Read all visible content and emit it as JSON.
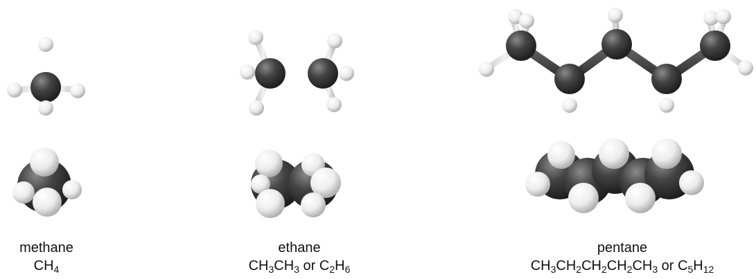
{
  "colors": {
    "carbon": "#3b3b3b",
    "carbon_light": "#7a7a7a",
    "hydrogen": "#f4f4f4",
    "hydrogen_shadow": "#b8b8b8",
    "bond": "#4a4a4a",
    "text": "#111111"
  },
  "molecules": {
    "methane": {
      "name": "methane",
      "formula": [
        {
          "text": "CH"
        },
        {
          "text": "4",
          "sub": true
        }
      ]
    },
    "ethane": {
      "name": "ethane",
      "formula": [
        {
          "text": "CH"
        },
        {
          "text": "3",
          "sub": true
        },
        {
          "text": "CH"
        },
        {
          "text": "3",
          "sub": true
        },
        {
          "text": " or C"
        },
        {
          "text": "2",
          "sub": true
        },
        {
          "text": "H"
        },
        {
          "text": "6",
          "sub": true
        }
      ]
    },
    "pentane": {
      "name": "pentane",
      "formula": [
        {
          "text": "CH"
        },
        {
          "text": "3",
          "sub": true
        },
        {
          "text": "CH"
        },
        {
          "text": "2",
          "sub": true
        },
        {
          "text": "CH"
        },
        {
          "text": "2",
          "sub": true
        },
        {
          "text": "CH"
        },
        {
          "text": "2",
          "sub": true
        },
        {
          "text": "CH"
        },
        {
          "text": "3",
          "sub": true
        },
        {
          "text": " or C"
        },
        {
          "text": "5",
          "sub": true
        },
        {
          "text": "H"
        },
        {
          "text": "12",
          "sub": true
        }
      ]
    }
  }
}
